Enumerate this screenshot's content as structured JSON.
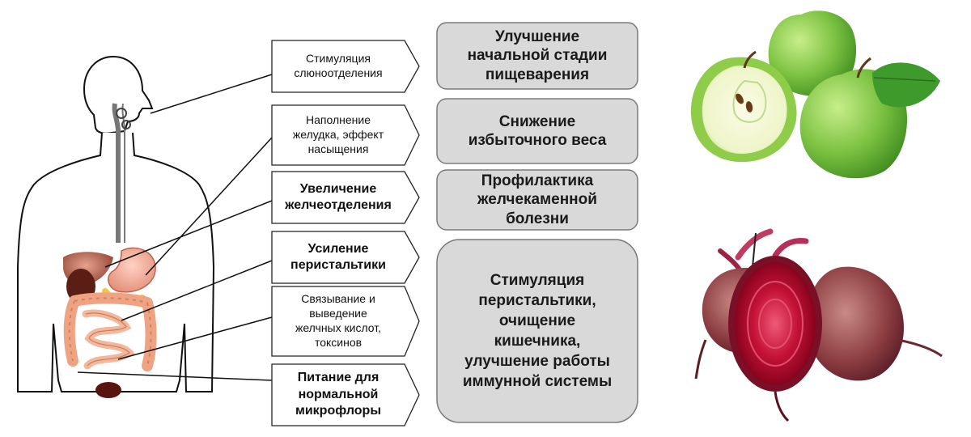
{
  "causes": [
    {
      "text": "Стимуляция\nслюноотделения",
      "weight": "normal"
    },
    {
      "text": "Наполнение\nжелудка, эффект\nнасыщения",
      "weight": "normal"
    },
    {
      "text": "Увеличение\nжелчеотделения",
      "weight": "bold"
    },
    {
      "text": "Усиление\nперистальтики",
      "weight": "bold"
    },
    {
      "text": "Связывание и\nвыведение\nжелчных кислот,\nтоксинов",
      "weight": "normal"
    },
    {
      "text": "Питание для\nнормальной\nмикрофлоры",
      "weight": "bold"
    }
  ],
  "effects": [
    {
      "text": "Улучшение\nначальной стадии\nпищеварения"
    },
    {
      "text": "Снижение\nизбыточного веса"
    },
    {
      "text": "Профилактика\nжелчекаменной\nболезни"
    },
    {
      "text": "Стимуляция\nперистальтики,\nочищение\nкишечника,\nулучшение работы\nиммунной системы"
    }
  ],
  "colors": {
    "effect_box_fill": "#d9d9d9",
    "effect_box_stroke": "#7a7a7a",
    "apple_green": "#7cc242",
    "beet_red": "#b3122e"
  },
  "illustrations": {
    "body": "human-body-digestive-system",
    "apples": "green-apples-icon",
    "beets": "beetroot-icon"
  }
}
